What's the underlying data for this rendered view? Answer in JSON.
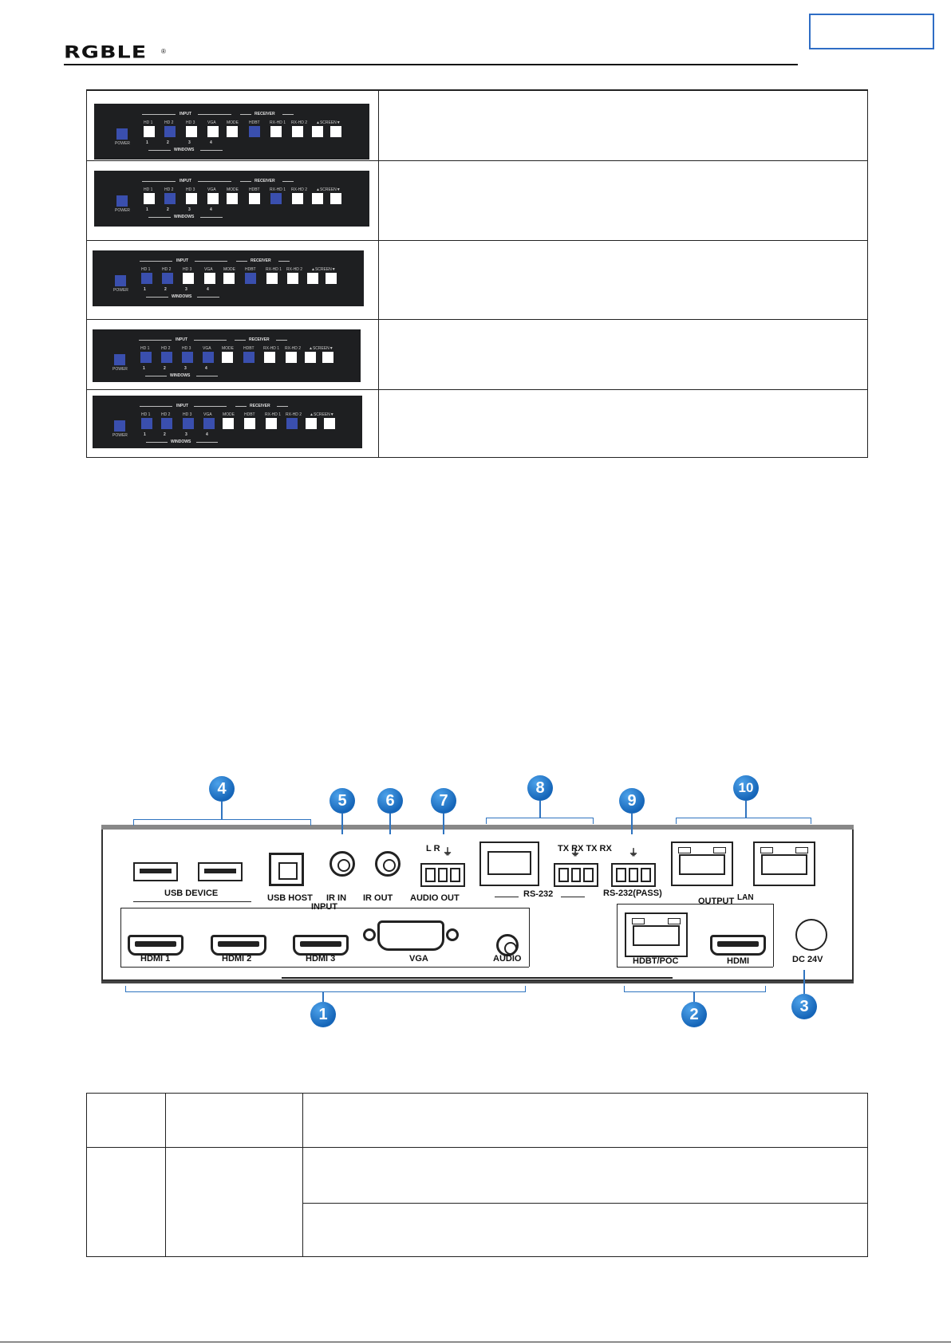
{
  "header": {
    "brand": "RGBLE",
    "registered_mark": "®"
  },
  "led_panel": {
    "labels": {
      "input": "INPUT",
      "receiver": "RECEIVER",
      "windows": "WINDOWS",
      "power": "POWER",
      "hd1": "HD 1",
      "hd2": "HD 2",
      "hd3": "HD 3",
      "vga": "VGA",
      "mode": "MODE",
      "hdbt": "HDBT",
      "rxhd1": "RX-HD 1",
      "rxhd2": "RX-HD 2",
      "screen": "▲SCREEN▼",
      "n1": "1",
      "n2": "2",
      "n3": "3",
      "n4": "4"
    },
    "rows": [
      {
        "lit": [
          "power",
          "hd2",
          "hdbt"
        ]
      },
      {
        "lit": [
          "power",
          "hd2",
          "rxhd1"
        ]
      },
      {
        "lit": [
          "power",
          "hd1",
          "hd2",
          "hdbt"
        ]
      },
      {
        "lit": [
          "power",
          "hd1",
          "hd2",
          "hd3",
          "vga",
          "hdbt"
        ]
      },
      {
        "lit": [
          "power",
          "hd1",
          "hd2",
          "hd3",
          "vga",
          "rxhd2"
        ]
      }
    ]
  },
  "rear_panel": {
    "callouts": [
      "1",
      "2",
      "3",
      "4",
      "5",
      "6",
      "7",
      "8",
      "9",
      "10"
    ],
    "ports": {
      "usb_device": "USB DEVICE",
      "usb_host": "USB HOST",
      "ir_in": "IR IN",
      "ir_out": "IR OUT",
      "audio_out": "AUDIO OUT",
      "lr": "L R",
      "ground": "⏚",
      "rs232": "RS-232",
      "txrx": "TX RX TX RX",
      "rs232_pass": "RS-232(PASS)",
      "lan": "LAN",
      "input": "INPUT",
      "output": "OUTPUT",
      "hdmi1": "HDMI 1",
      "hdmi2": "HDMI 2",
      "hdmi3": "HDMI 3",
      "vga": "VGA",
      "audio": "AUDIO",
      "hdbt_poc": "HDBT/POC",
      "hdmi": "HDMI",
      "dc24v": "DC 24V"
    }
  }
}
